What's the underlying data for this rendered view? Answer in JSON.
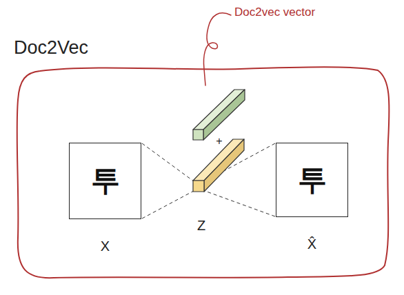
{
  "diagram": {
    "nodes": [
      {
        "text": [
          "Doc2Vec"
        ]
      },
      {
        "text": [
          "투",
          "X"
        ],
        "in": 0
      },
      {
        "text": [
          "투",
          "X̂"
        ],
        "in": 0
      }
    ],
    "labels": [
      "Doc2vec vector",
      "+",
      "Z"
    ]
  }
}
